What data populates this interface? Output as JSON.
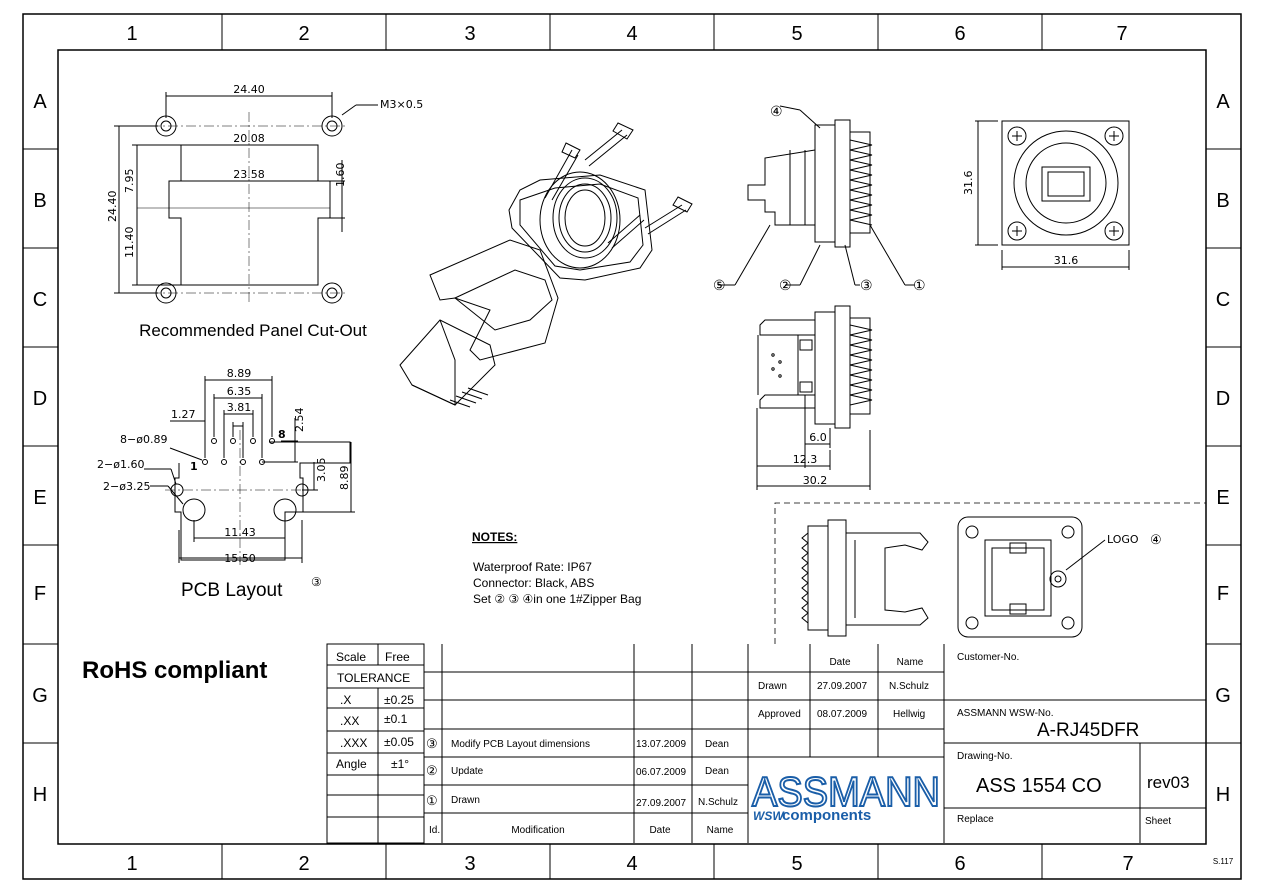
{
  "border": {
    "columns": [
      "1",
      "2",
      "3",
      "4",
      "5",
      "6",
      "7"
    ],
    "rows": [
      "A",
      "B",
      "C",
      "D",
      "E",
      "F",
      "G",
      "H"
    ],
    "sheet_code": "S.117"
  },
  "cutout": {
    "title": "Recommended Panel Cut-Out",
    "dims": {
      "d1": "24.40",
      "d2": "20.08",
      "d3": "23.58",
      "d4": "1.60",
      "d5": "7.95",
      "d6": "24.40",
      "d7": "11.40",
      "thread": "M3×0.5"
    }
  },
  "pcb": {
    "title": "PCB Layout",
    "title_mark": "③",
    "dims": {
      "p1": "8.89",
      "p2": "6.35",
      "p3": "3.81",
      "p4": "1.27",
      "p5": "2.54",
      "p6": "8−ø0.89",
      "p7": "2−ø1.60",
      "p8": "2−ø3.25",
      "p9": "3.05",
      "p10": "8.89",
      "p11": "11.43",
      "p12": "15.50",
      "pin1": "1",
      "pin8": "8"
    }
  },
  "side": {
    "balloons": [
      "④",
      "⑤",
      "②",
      "③",
      "①"
    ],
    "dims": {
      "s1": "6.0",
      "s2": "12.3",
      "s3": "30.2"
    }
  },
  "front": {
    "dims": {
      "f1": "31.6",
      "f2": "31.6"
    }
  },
  "detail": {
    "logo_label": "LOGO",
    "logo_mark": "④"
  },
  "notes": {
    "heading": "NOTES:",
    "lines": [
      "Waterproof Rate: IP67",
      "Connector: Black, ABS",
      "Set ②  ③  ④in one 1#Zipper Bag"
    ]
  },
  "rohs": "RoHS compliant",
  "tolerance": {
    "scale_label": "Scale",
    "scale_value": "Free",
    "heading": "TOLERANCE",
    "rows": [
      {
        "k": ".X",
        "v": "±0.25"
      },
      {
        "k": ".XX",
        "v": "±0.1"
      },
      {
        "k": ".XXX",
        "v": "±0.05"
      },
      {
        "k": "Angle",
        "v": "±1°"
      }
    ]
  },
  "revisions": {
    "rows": [
      {
        "id": "③",
        "mod": "Modify PCB Layout dimensions",
        "date": "13.07.2009",
        "name": "Dean"
      },
      {
        "id": "②",
        "mod": "Update",
        "date": "06.07.2009",
        "name": "Dean"
      },
      {
        "id": "①",
        "mod": "Drawn",
        "date": "27.09.2007",
        "name": "N.Schulz"
      }
    ],
    "headers": {
      "id": "Id.",
      "mod": "Modification",
      "date": "Date",
      "name": "Name"
    }
  },
  "approvals": {
    "date_header": "Date",
    "name_header": "Name",
    "drawn_label": "Drawn",
    "drawn_date": "27.09.2007",
    "drawn_name": "N.Schulz",
    "approved_label": "Approved",
    "approved_date": "08.07.2009",
    "approved_name": "Hellwig"
  },
  "logo": {
    "top": "ASSMANN",
    "prefix": "WSW",
    "bottom": "components",
    "color": "#1a5ea8"
  },
  "titleblock": {
    "customer_label": "Customer-No.",
    "wsw_label": "ASSMANN WSW-No.",
    "wsw_value": "A-RJ45DFR",
    "drawing_label": "Drawing-No.",
    "drawing_value": "ASS 1554 CO",
    "rev": "rev03",
    "replace_label": "Replace",
    "sheet_label": "Sheet"
  }
}
